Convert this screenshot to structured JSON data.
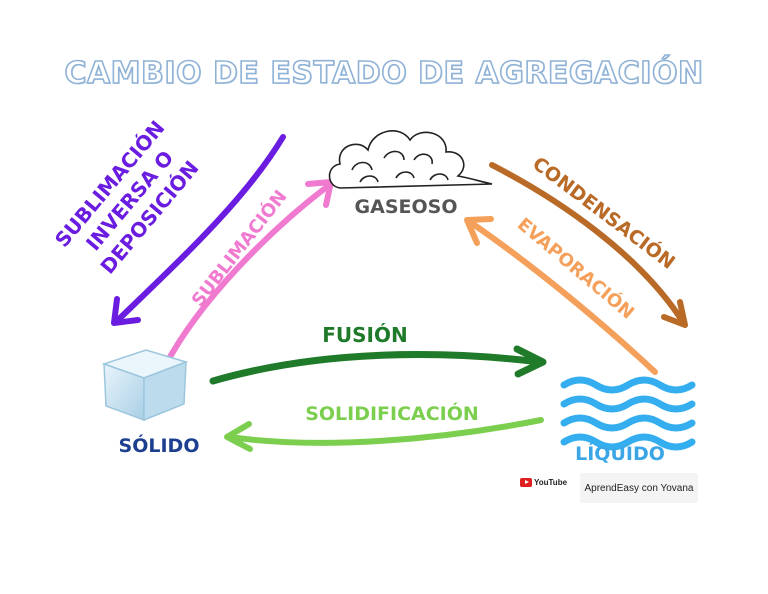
{
  "title": "CAMBIO DE ESTADO DE AGREGACIÓN",
  "states": {
    "gas": "GASEOSO",
    "solid": "SÓLIDO",
    "liquid": "LÍQUIDO"
  },
  "processes": {
    "deposition": [
      "SUBLIMACIÓN",
      "INVERSA O",
      "DEPOSICIÓN"
    ],
    "sublimation": "SUBLIMACIÓN",
    "condensation": "CONDENSACIÓN",
    "evaporation": "EVAPORACIÓN",
    "fusion": "FUSIÓN",
    "solidification": "SOLIDIFICACIÓN"
  },
  "colors": {
    "deposition": "#6a1de0",
    "sublimation": "#f07ad0",
    "condensation": "#b86a26",
    "evaporation": "#f5a05a",
    "fusion": "#1f7a2a",
    "solidification": "#7ccf4e",
    "solid_label": "#1d3f8f",
    "liquid_label": "#3aa6e6",
    "gas_label": "#555555",
    "title_outline": "#8fb2d6"
  },
  "footer": {
    "youtube_label": "YouTube",
    "channel": "AprendEasy con Yovana"
  }
}
